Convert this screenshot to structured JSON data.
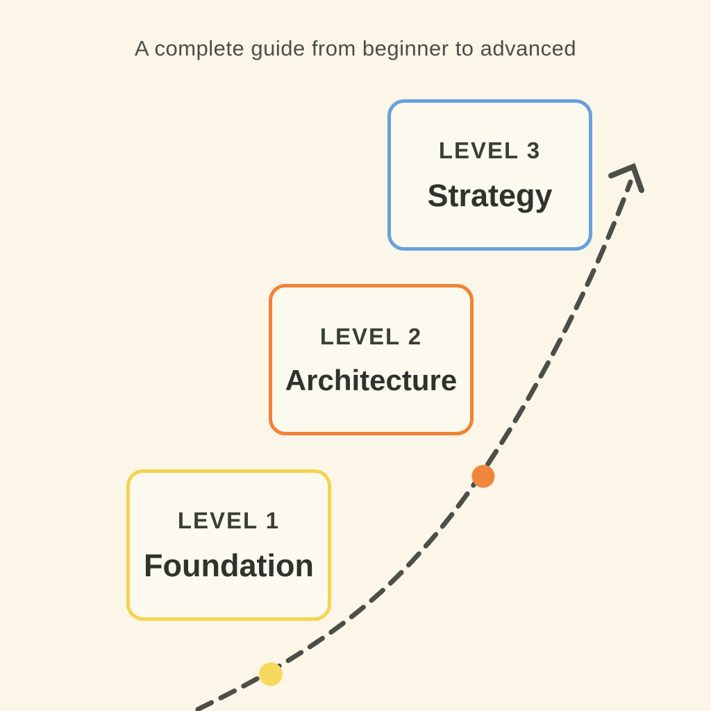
{
  "title": "A complete guide from beginner to advanced",
  "levels": [
    {
      "label": "LEVEL 1",
      "name": "Foundation",
      "border_color": "#F4D44F",
      "dot_color": "#F6D95C"
    },
    {
      "label": "LEVEL 2",
      "name": "Architecture",
      "border_color": "#F08236",
      "dot_color": "#F0863C"
    },
    {
      "label": "LEVEL 3",
      "name": "Strategy",
      "border_color": "#69A0DB"
    }
  ],
  "path": {
    "style": "dashed",
    "stroke_color": "#4B4F48",
    "direction": "up-right-arrow"
  },
  "background_color": "#FBF6E8"
}
